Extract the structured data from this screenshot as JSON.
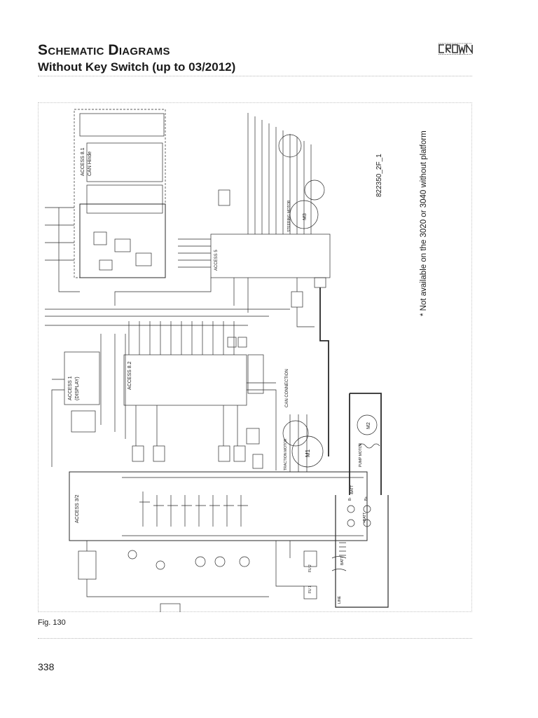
{
  "header": {
    "title_prefix_cap": "S",
    "title_rest": "CHEMATIC",
    "title_cap2": "D",
    "title_rest2": "IAGRAMS",
    "subtitle": "Without Key Switch (up to 03/2012)",
    "logo": "CROWN"
  },
  "schematic": {
    "drawing_number": "822350_2F_1",
    "footnote": "* Not available on the 3020 or 3040 without platform",
    "labels": {
      "access_8_1": "ACCESS 8.1",
      "can_hinge": "CAN Hinde",
      "access_5": "ACCESS 5",
      "access_1": "ACCESS 1",
      "display": "(DISPLAY)",
      "access_8_2": "ACCESS 8.2",
      "access_3_2": "ACCESS 3/2",
      "can_connection": "CAN CONNECTION",
      "m1": "M1",
      "m2": "M2",
      "m3": "M3",
      "traction_motor": "TRACTION MOTOR",
      "steering_motor": "STEERING MOTOR",
      "pump_motor": "PUMP MOTOR",
      "batt": "BATT",
      "neg_batt": "-BATT",
      "pos_batt": "+BATT",
      "fu1": "FU 1",
      "fu2": "FU 2",
      "line": "LINE",
      "b_pos": "B+",
      "b_neg": "B-"
    }
  },
  "caption": "Fig. 130",
  "page_number": "338"
}
